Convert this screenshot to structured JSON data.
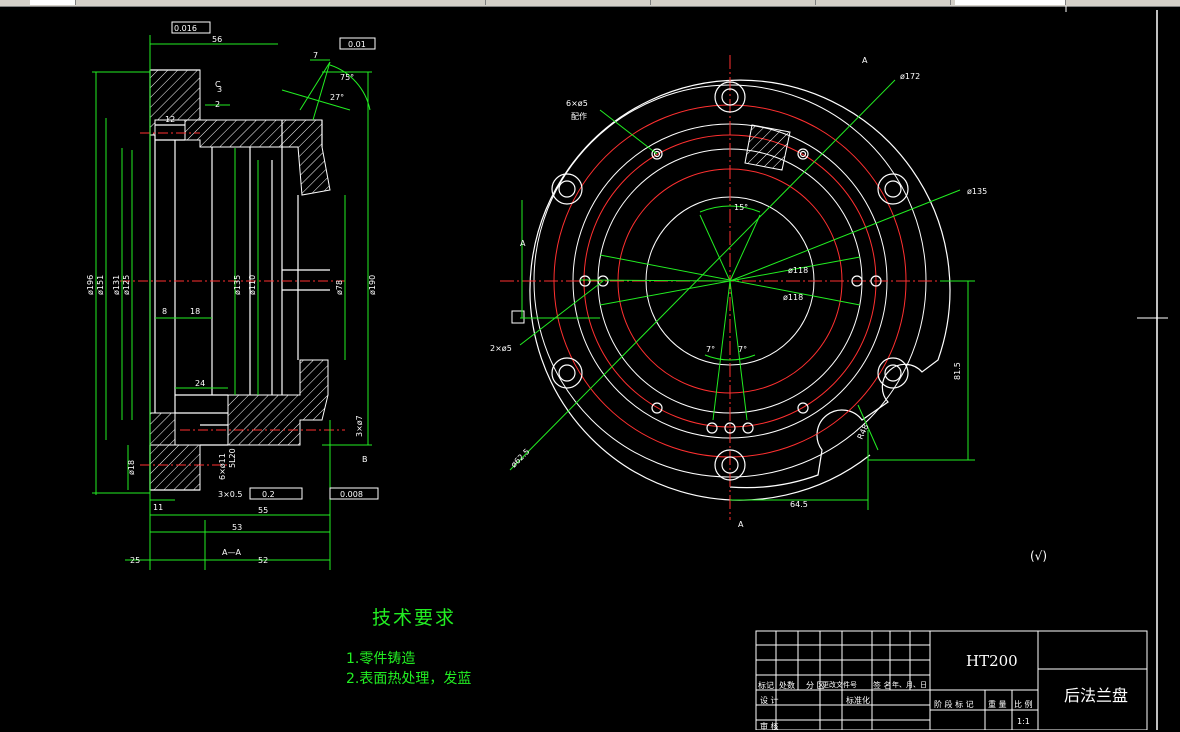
{
  "title_block": {
    "material": "HT200",
    "part_name": "后法兰盘",
    "scale": "1:1",
    "row_labels": [
      "标记",
      "处数",
      "分 区",
      "更改文件号",
      "签 名",
      "年、月、日"
    ],
    "design_label": "设 计",
    "std_label": "标准化",
    "bottom_labels": [
      "阶 段 标 记",
      "重 量",
      "比 例"
    ],
    "review_label": "审 核"
  },
  "tech_requirements": {
    "heading": "技术要求",
    "items": [
      "1.零件铸造",
      "2.表面热处理，发蓝"
    ]
  },
  "section_view": {
    "dims_vertical": [
      "ø196",
      "ø151",
      "ø131",
      "ø125",
      "ø135",
      "ø110",
      "ø78",
      "ø190",
      "ø18"
    ],
    "dims_horizontal": [
      "56",
      "7",
      "2",
      "3",
      "8",
      "18",
      "24",
      "11",
      "55",
      "53",
      "52",
      "25",
      "3×0.5",
      "12",
      "2"
    ],
    "tolerances": [
      "0.016",
      "0.01",
      "0.2",
      "0.008"
    ],
    "datums": [
      "A",
      "B",
      "C"
    ],
    "angles": [
      "75°",
      "27°"
    ],
    "labels": [
      "A—A",
      "3×ø7",
      "6×ø11",
      "5L20"
    ]
  },
  "front_view": {
    "dims": [
      "ø172",
      "ø135",
      "ø118",
      "ø118",
      "ø62.5",
      "81.5",
      "64.5",
      "R48"
    ],
    "callouts": [
      "6×ø5",
      "2×ø5",
      "配作"
    ],
    "angles": [
      "15°",
      "7°",
      "7°"
    ],
    "marks": [
      "A",
      "A",
      "A"
    ]
  },
  "roughness_note": "(√)"
}
